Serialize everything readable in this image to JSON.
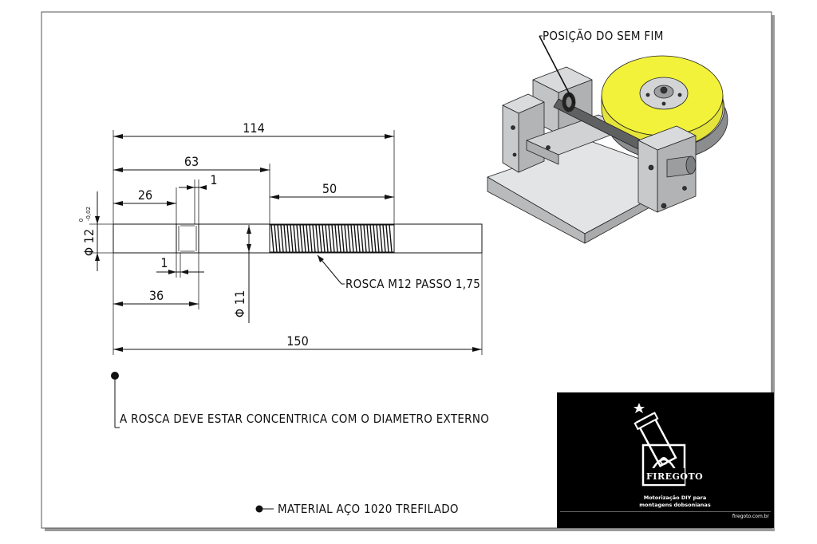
{
  "dimensions": {
    "d114": "114",
    "d63": "63",
    "d1_top": "1",
    "d26": "26",
    "d50": "50",
    "tol_upper": "0",
    "tol_lower": "-0,02",
    "dia12": "Φ 12",
    "d1_bottom": "1",
    "d36": "36",
    "dia11": "Φ 11",
    "d150": "150"
  },
  "labels": {
    "thread": "ROSCA M12 PASSO 1,75",
    "worm_position": "POSIÇÃO DO SEM FIM",
    "concentric_note": "A ROSCA DEVE ESTAR CONCENTRICA COM O DIAMETRO EXTERNO",
    "material_note": "MATERIAL AÇO 1020 TREFILADO"
  },
  "logo": {
    "name": "FIREGOTO",
    "tagline_1": "Motorização DIY para",
    "tagline_2": "montagens dobsonianas",
    "url": "firegoto.com.br"
  },
  "colors": {
    "gear": "#f2f23a",
    "metal": "#c8c9cb",
    "logo_bg": "#000000"
  }
}
